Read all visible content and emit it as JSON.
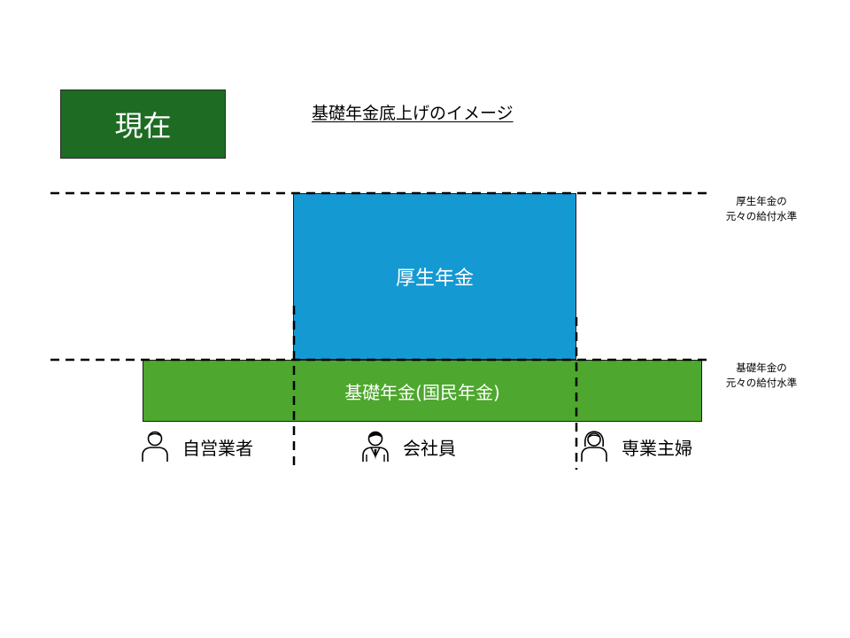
{
  "badge": {
    "label": "現在"
  },
  "title": "基礎年金底上げのイメージ",
  "blocks": {
    "kosei": {
      "label": "厚生年金",
      "color": "#1599d3"
    },
    "kiso": {
      "label": "基礎年金(国民年金)",
      "color": "#4ea72e"
    }
  },
  "levels": {
    "top": {
      "line1": "厚生年金の",
      "line2": "元々の給付水準"
    },
    "base": {
      "line1": "基礎年金の",
      "line2": "元々の給付水準"
    }
  },
  "people": [
    {
      "label": "自営業者",
      "icon": "person-icon"
    },
    {
      "label": "会社員",
      "icon": "businessman-icon"
    },
    {
      "label": "専業主婦",
      "icon": "woman-icon"
    }
  ],
  "colors": {
    "badge": "#1e6b23"
  }
}
